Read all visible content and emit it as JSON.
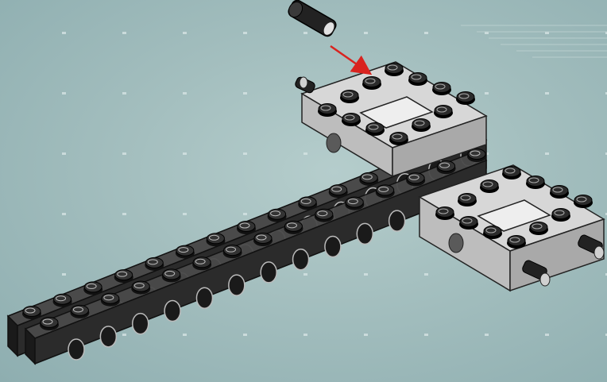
{
  "scene": {
    "kind": "building-instruction-illustration",
    "colors": {
      "background": "#a3bebe",
      "dark_beam": "#2b2b2b",
      "light_frame": "#c9c9c9",
      "arrow": "#d9231f"
    },
    "parts": [
      {
        "label": "",
        "name": "long-black-technic-beam"
      },
      {
        "label": "",
        "name": "short-black-technic-beam"
      },
      {
        "label": "",
        "name": "light-gray-open-frame-top"
      },
      {
        "label": "",
        "name": "light-gray-open-frame-bottom"
      },
      {
        "label": "",
        "name": "black-connector-pin"
      }
    ],
    "arrow_icon": "red-arrow-icon"
  }
}
